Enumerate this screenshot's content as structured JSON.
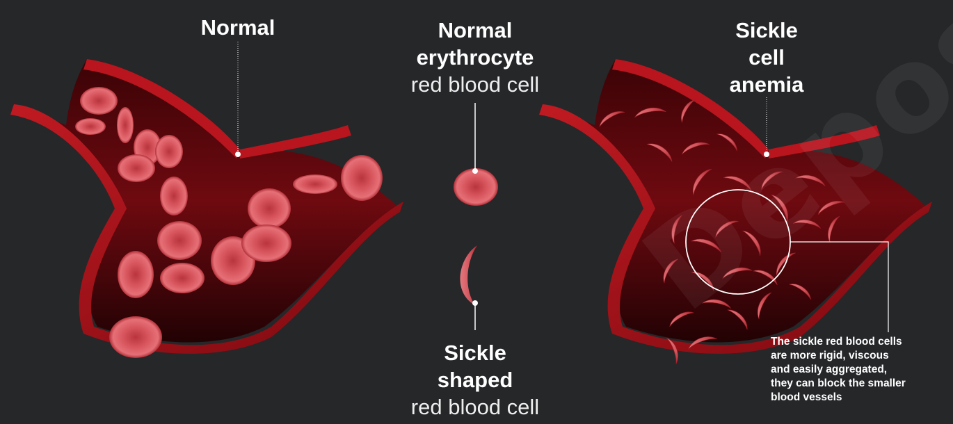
{
  "labels": {
    "normal": "Normal",
    "center_top_line1": "Normal",
    "center_top_line2": "erythrocyte",
    "center_top_line3": "red blood cell",
    "center_bottom_line1": "Sickle",
    "center_bottom_line2": "shaped",
    "center_bottom_line3": "red blood cell",
    "sickle_line1": "Sickle",
    "sickle_line2": "cell",
    "sickle_line3": "anemia"
  },
  "note": {
    "line1": "The sickle red blood cells",
    "line2": "are more rigid, viscous",
    "line3": "and easily aggregated,",
    "line4": "they can block the smaller",
    "line5": "blood vessels"
  },
  "watermark": "Depositphotos",
  "colors": {
    "background": "#252729",
    "vessel": "#9c0f16",
    "cell": "#d8545c",
    "text": "#ffffff"
  }
}
